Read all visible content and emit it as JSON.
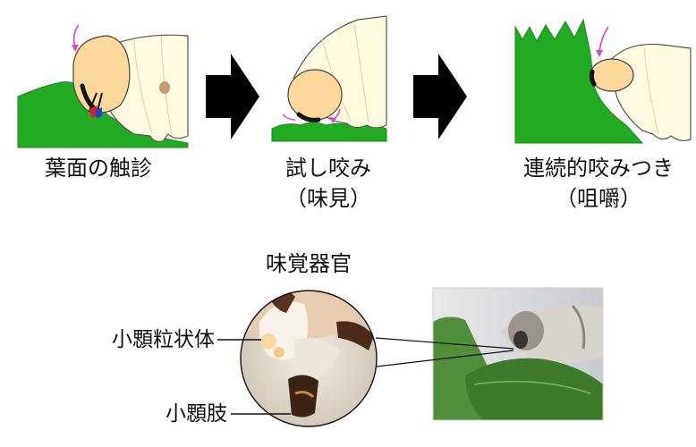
{
  "steps": [
    {
      "label": "葉面の触診",
      "sublabel": ""
    },
    {
      "label": "試し咬み",
      "sublabel": "（味見）"
    },
    {
      "label": "連続的咬みつき",
      "sublabel": "（咀嚼）"
    }
  ],
  "organ": {
    "title": "味覚器官",
    "label_upper": "小顋粒状体",
    "label_lower": "小顋肢"
  },
  "colors": {
    "leaf": "#22aa22",
    "larva_body": "#fffbe0",
    "larva_head": "#fcd89a",
    "arrow": "#000000",
    "motion_arrow": "#dd44cc",
    "mouth_red": "#e02020",
    "mouth_blue": "#2040e0"
  }
}
